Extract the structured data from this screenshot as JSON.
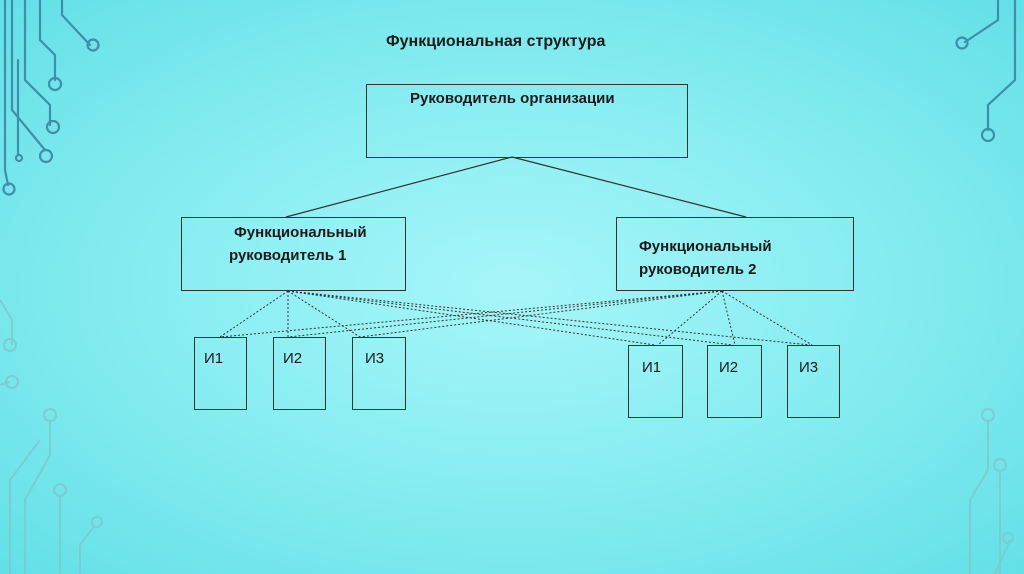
{
  "title": "Функциональная структура",
  "colors": {
    "background": "#8aeef2",
    "decoration": "#3f8fa8",
    "line": "#333333"
  },
  "nodes": {
    "head": {
      "label": "Руководитель организации"
    },
    "fm1": {
      "label_line1": "Функциональный",
      "label_line2": "руководитель 1"
    },
    "fm2": {
      "label_line1": "Функциональный",
      "label_line2": "руководитель 2"
    },
    "left_performers": [
      {
        "label": "И1"
      },
      {
        "label": "И2"
      },
      {
        "label": "И3"
      }
    ],
    "right_performers": [
      {
        "label": "И1"
      },
      {
        "label": "И2"
      },
      {
        "label": "И3"
      }
    ]
  }
}
